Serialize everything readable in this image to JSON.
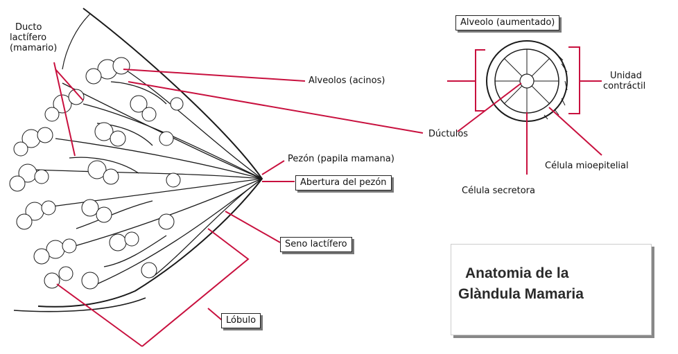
{
  "labels": {
    "ducto_1": "Ducto",
    "ducto_2": "lactífero",
    "ducto_3": "(mamario)",
    "alveolos": "Alveolos (acinos)",
    "ductulos": "Dúctulos",
    "pezon": "Pezón (papila mamana)",
    "abertura": "Abertura del pezón",
    "seno": "Seno lactífero",
    "lobulo": "Lóbulo",
    "alveolo_aumentado": "Alveolo (aumentado)",
    "unidad_1": "Unidad",
    "unidad_2": "contráctil",
    "celula_mio": "Célula mioepitelial",
    "celula_sec": "Célula secretora"
  },
  "title": {
    "line1": "Anatomia de la",
    "line2": "Glàndula Mamaria"
  },
  "colors": {
    "leader": "#c8103e",
    "ink": "#1a1a1a"
  }
}
